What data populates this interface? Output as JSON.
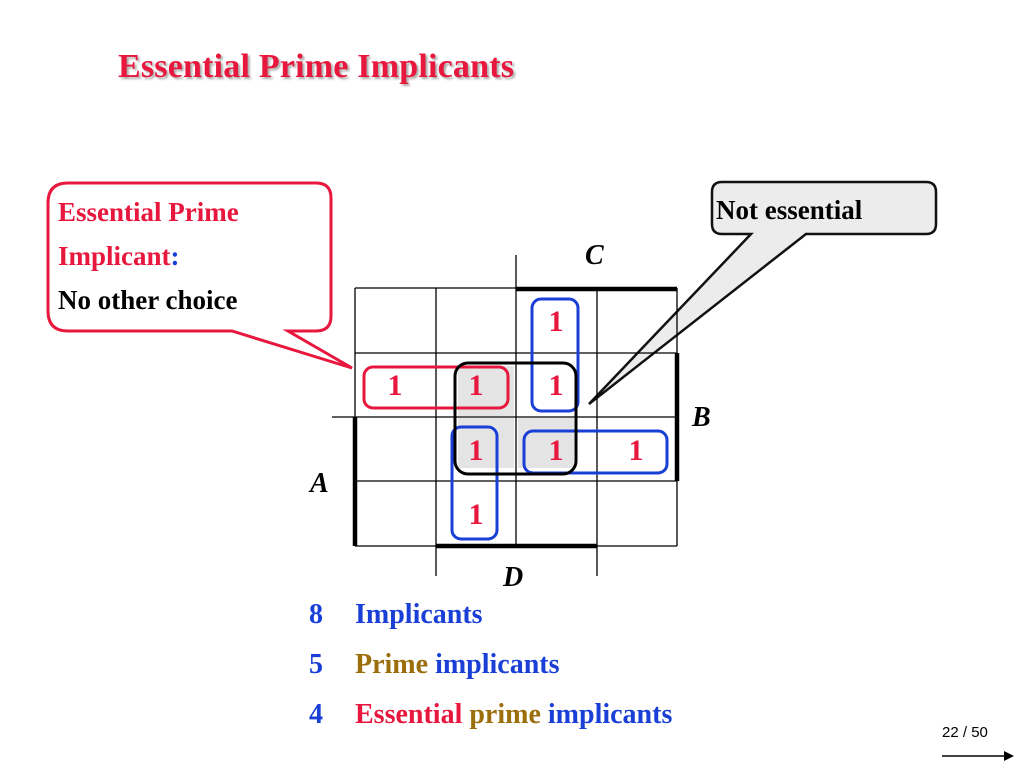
{
  "title": "Essential Prime Implicants",
  "callout_essential": {
    "line1": "Essential Prime",
    "line2": "Implicant",
    "colon": ":",
    "line3": "No other choice"
  },
  "callout_not_essential": "Not essential",
  "kmap": {
    "labels": {
      "C": "C",
      "B": "B",
      "A": "A",
      "D": "D"
    },
    "cells": [
      [
        "",
        "",
        "1",
        ""
      ],
      [
        "1",
        "1",
        "1",
        ""
      ],
      [
        "",
        "1",
        "1",
        "1"
      ],
      [
        "",
        "1",
        "",
        ""
      ]
    ]
  },
  "stats": [
    {
      "count": "8",
      "parts": [
        {
          "text": "Implicants",
          "color": "blue"
        }
      ]
    },
    {
      "count": "5",
      "parts": [
        {
          "text": "Prime",
          "color": "olive"
        },
        {
          "text": "implicants",
          "color": "blue"
        }
      ]
    },
    {
      "count": "4",
      "parts": [
        {
          "text": "Essential",
          "color": "red"
        },
        {
          "text": "prime",
          "color": "olive"
        },
        {
          "text": "implicants",
          "color": "blue"
        }
      ]
    }
  ],
  "page": {
    "current": "22",
    "separator": "/",
    "total": "50"
  },
  "colors": {
    "red": "#e8173e",
    "blue": "#1a3fd6",
    "olive": "#9c6e0c",
    "black": "#000000"
  }
}
